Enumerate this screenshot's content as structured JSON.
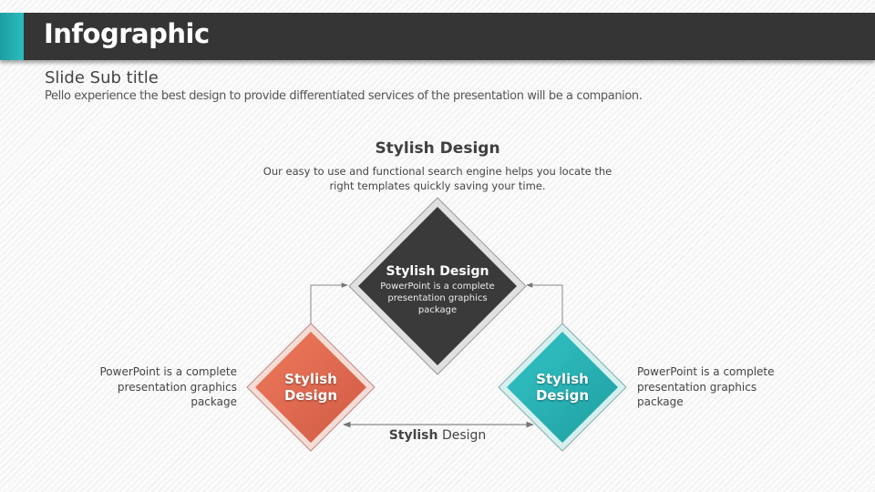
{
  "header": {
    "title": "Infographic",
    "subtitle": "Slide Sub title",
    "description": "Pello experience the best design to provide differentiated services of the presentation will be a companion."
  },
  "main": {
    "title": "Stylish Design",
    "description": "Our easy to use and functional search engine helps you locate the right templates quickly saving your time."
  },
  "center_diamond": {
    "title": "Stylish Design",
    "text": "PowerPoint is a complete presentation graphics package",
    "color": "#3a3a3a"
  },
  "left_diamond": {
    "label": "Stylish Design",
    "side_text": "PowerPoint is a complete presentation graphics package",
    "color": "#e06a50"
  },
  "right_diamond": {
    "label": "Stylish Design",
    "side_text": "PowerPoint is a complete presentation graphics package",
    "color": "#2ab3b5"
  },
  "bottom_label": {
    "bold": "Stylish",
    "regular": "Design"
  },
  "colors": {
    "accent": "#2bbcbf",
    "bar": "#353535"
  }
}
